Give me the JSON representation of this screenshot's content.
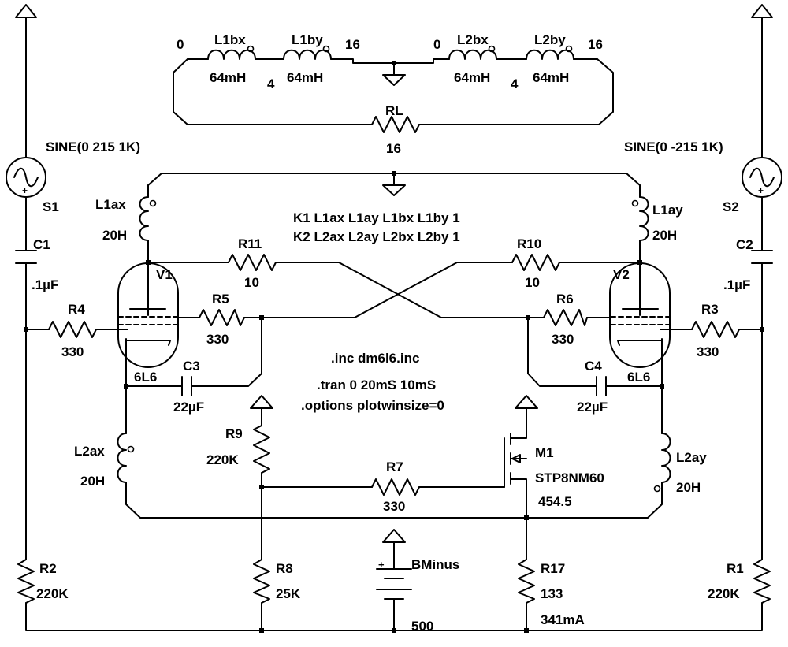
{
  "sources": {
    "s1_name": "S1",
    "s1_value": "SINE(0 215 1K)",
    "s2_name": "S2",
    "s2_value": "SINE(0 -215 1K)",
    "bminus_name": "BMinus",
    "bminus_value": "500"
  },
  "inductors": {
    "l1bx_name": "L1bx",
    "l1bx_value": "64mH",
    "l1by_name": "L1by",
    "l1by_value": "64mH",
    "l2bx_name": "L2bx",
    "l2bx_value": "64mH",
    "l2by_name": "L2by",
    "l2by_value": "64mH",
    "l1ax_name": "L1ax",
    "l1ax_value": "20H",
    "l1ay_name": "L1ay",
    "l1ay_value": "20H",
    "l2ax_name": "L2ax",
    "l2ax_value": "20H",
    "l2ay_name": "L2ay",
    "l2ay_value": "20H"
  },
  "nodes": {
    "n0_left": "0",
    "n4_left": "4",
    "n16_left": "16",
    "n0_right": "0",
    "n4_right": "4",
    "n16_right": "16"
  },
  "resistors": {
    "rl_name": "RL",
    "rl_value": "16",
    "r1_name": "R1",
    "r1_value": "220K",
    "r2_name": "R2",
    "r2_value": "220K",
    "r3_name": "R3",
    "r3_value": "330",
    "r4_name": "R4",
    "r4_value": "330",
    "r5_name": "R5",
    "r5_value": "330",
    "r6_name": "R6",
    "r6_value": "330",
    "r7_name": "R7",
    "r7_value": "330",
    "r8_name": "R8",
    "r8_value": "25K",
    "r9_name": "R9",
    "r9_value": "220K",
    "r10_name": "R10",
    "r10_value": "10",
    "r11_name": "R11",
    "r11_value": "10",
    "r17_name": "R17",
    "r17_value": "133",
    "r17_current": "341mA"
  },
  "capacitors": {
    "c1_name": "C1",
    "c1_value": ".1µF",
    "c2_name": "C2",
    "c2_value": ".1µF",
    "c3_name": "C3",
    "c3_value": "22µF",
    "c4_name": "C4",
    "c4_value": "22µF"
  },
  "tubes": {
    "v1_name": "V1",
    "v1_model": "6L6",
    "v2_name": "V2",
    "v2_model": "6L6"
  },
  "mosfet": {
    "m1_name": "M1",
    "m1_model": "STP8NM60",
    "m1_value": "454.5"
  },
  "directives": {
    "k1": "K1 L1ax L1ay L1bx L1by 1",
    "k2": "K2 L2ax L2ay L2bx L2by 1",
    "inc": ".inc dm6l6.inc",
    "tran": ".tran 0 20mS 10mS",
    "options": ".options plotwinsize=0"
  }
}
